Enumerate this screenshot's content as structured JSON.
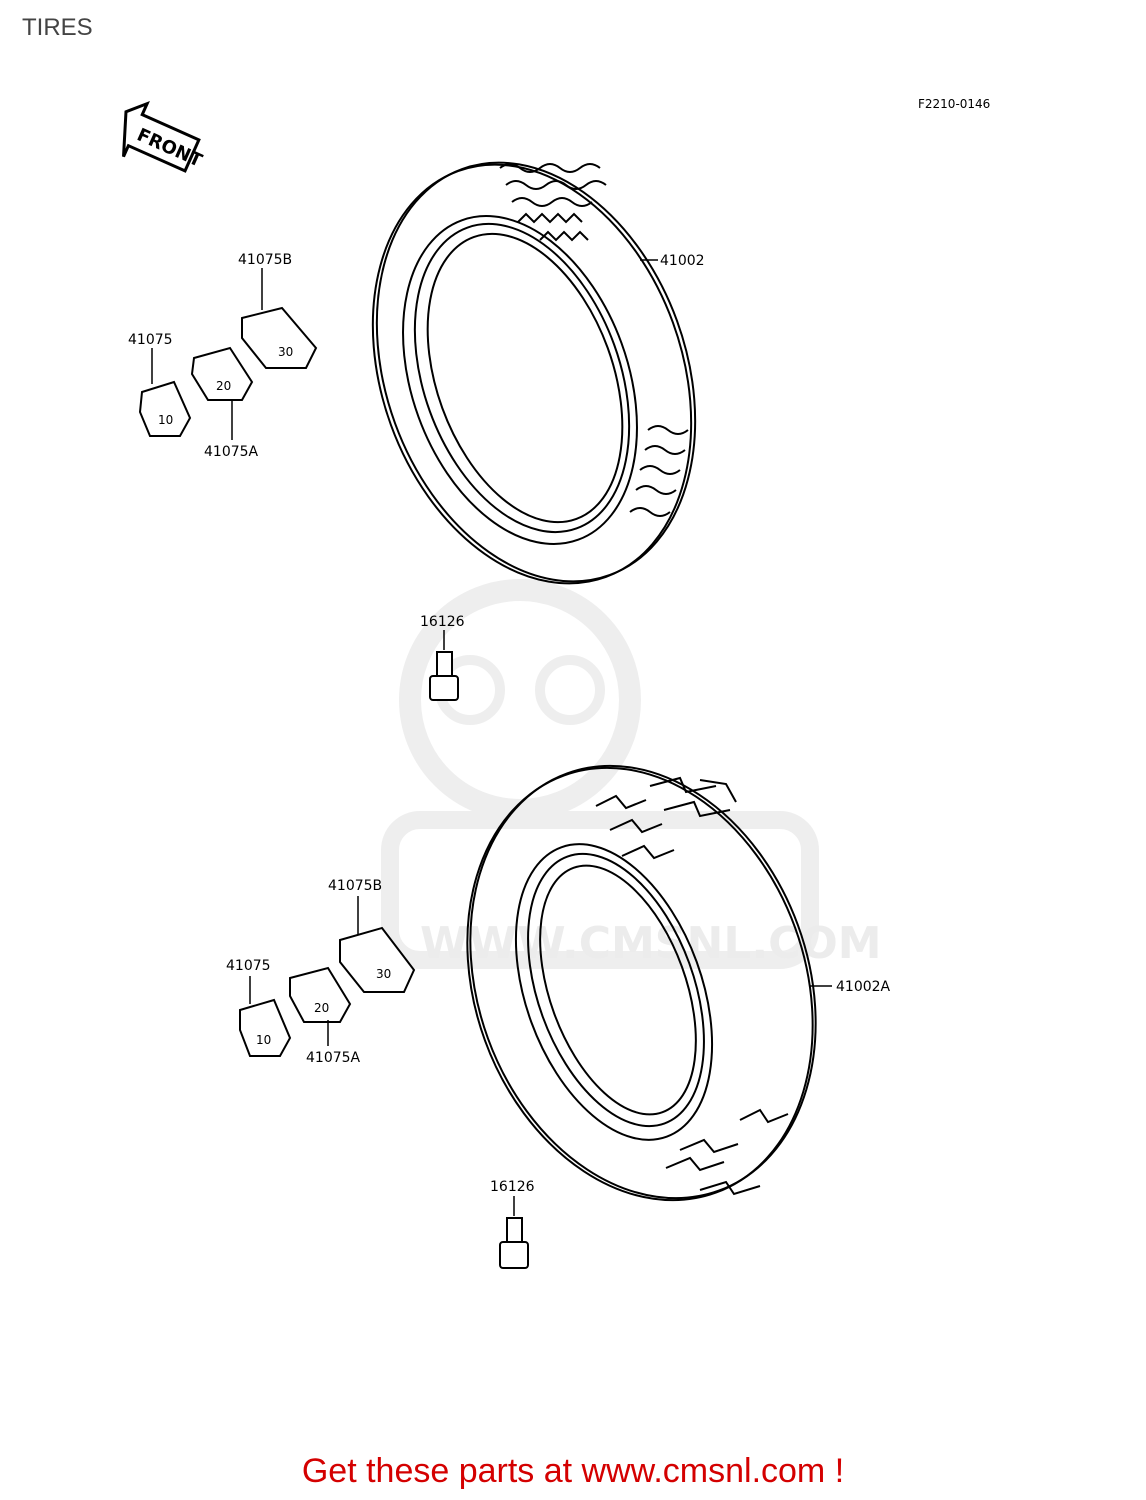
{
  "title": "TIRES",
  "figure_code": "F2210-0146",
  "front_arrow": "FRONT",
  "watermark_text": "WWW.CMSNL.COM",
  "upper": {
    "tire_label": "41002",
    "valve_label": "16126",
    "weight_b": "41075B",
    "weight": "41075",
    "weight_a": "41075A",
    "weight_b_mark": "30",
    "weight_mark": "10",
    "weight_a_mark": "20"
  },
  "lower": {
    "tire_label": "41002A",
    "valve_label": "16126",
    "weight_b": "41075B",
    "weight": "41075",
    "weight_a": "41075A",
    "weight_b_mark": "30",
    "weight_mark": "10",
    "weight_a_mark": "20"
  },
  "footer": "Get these parts at www.cmsnl.com !"
}
